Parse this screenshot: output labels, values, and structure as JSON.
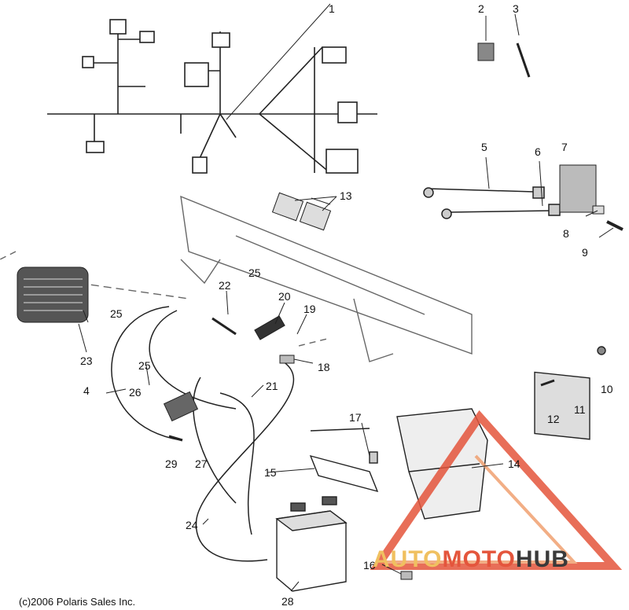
{
  "callouts": [
    "1",
    "2",
    "3",
    "4",
    "5",
    "6",
    "7",
    "8",
    "9",
    "10",
    "11",
    "12",
    "13",
    "14",
    "15",
    "16",
    "17",
    "18",
    "19",
    "20",
    "21",
    "22",
    "23",
    "24",
    "25",
    "25",
    "25",
    "26",
    "27",
    "28",
    "29"
  ],
  "copyright": "(c)2006 Polaris Sales Inc.",
  "watermark": {
    "part1": "AUTO",
    "part2": "MOTO",
    "part3": "HUB",
    "colors": {
      "auto": "#f0c060",
      "moto": "#e4553c",
      "hub": "#3a3a3a"
    }
  }
}
